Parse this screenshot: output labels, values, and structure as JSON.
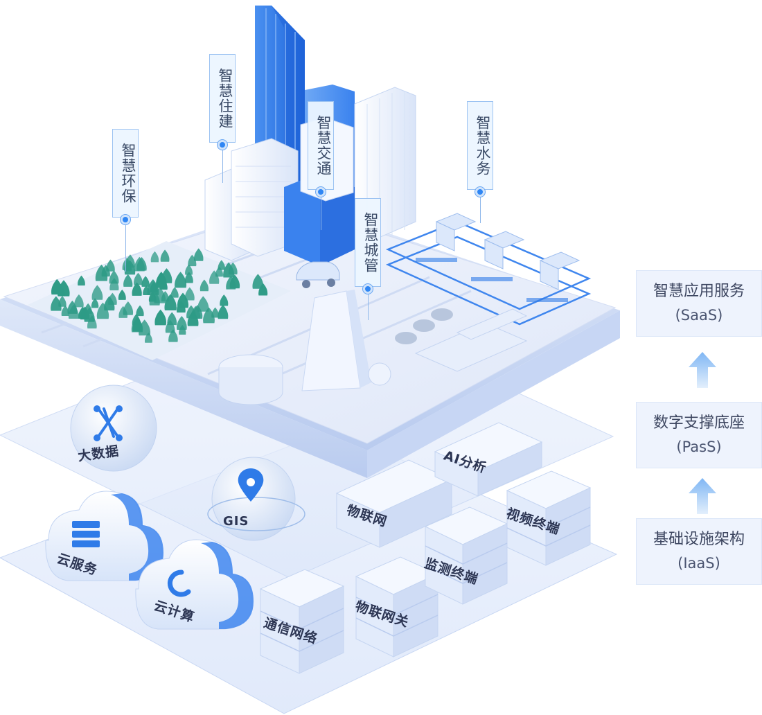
{
  "tags": {
    "huanbao": "智慧环保",
    "zhujian": "智慧住建",
    "jiaotong": "智慧交通",
    "chengguan": "智慧城管",
    "shuiwu": "智慧水务"
  },
  "scene_labels": {
    "bigdata": "大数据",
    "gis": "GIS",
    "ai": "AI分析",
    "iot": "物联网",
    "cloud_service": "云服务",
    "cloud_compute": "云计算",
    "network": "通信网络",
    "iot_gateway": "物联网关",
    "monitor": "监测终端",
    "video": "视频终端"
  },
  "architecture": [
    {
      "title": "智慧应用服务",
      "sub": "(SaaS)"
    },
    {
      "title": "数字支撑底座",
      "sub": "(PasS)"
    },
    {
      "title": "基础设施架构",
      "sub": "(IaaS)"
    }
  ],
  "colors": {
    "accent": "#2f86f4",
    "building_blue": "#2f7be8",
    "platform": "#e4ecfa",
    "tree": "#2e9b86",
    "layer": "#e8effc"
  }
}
